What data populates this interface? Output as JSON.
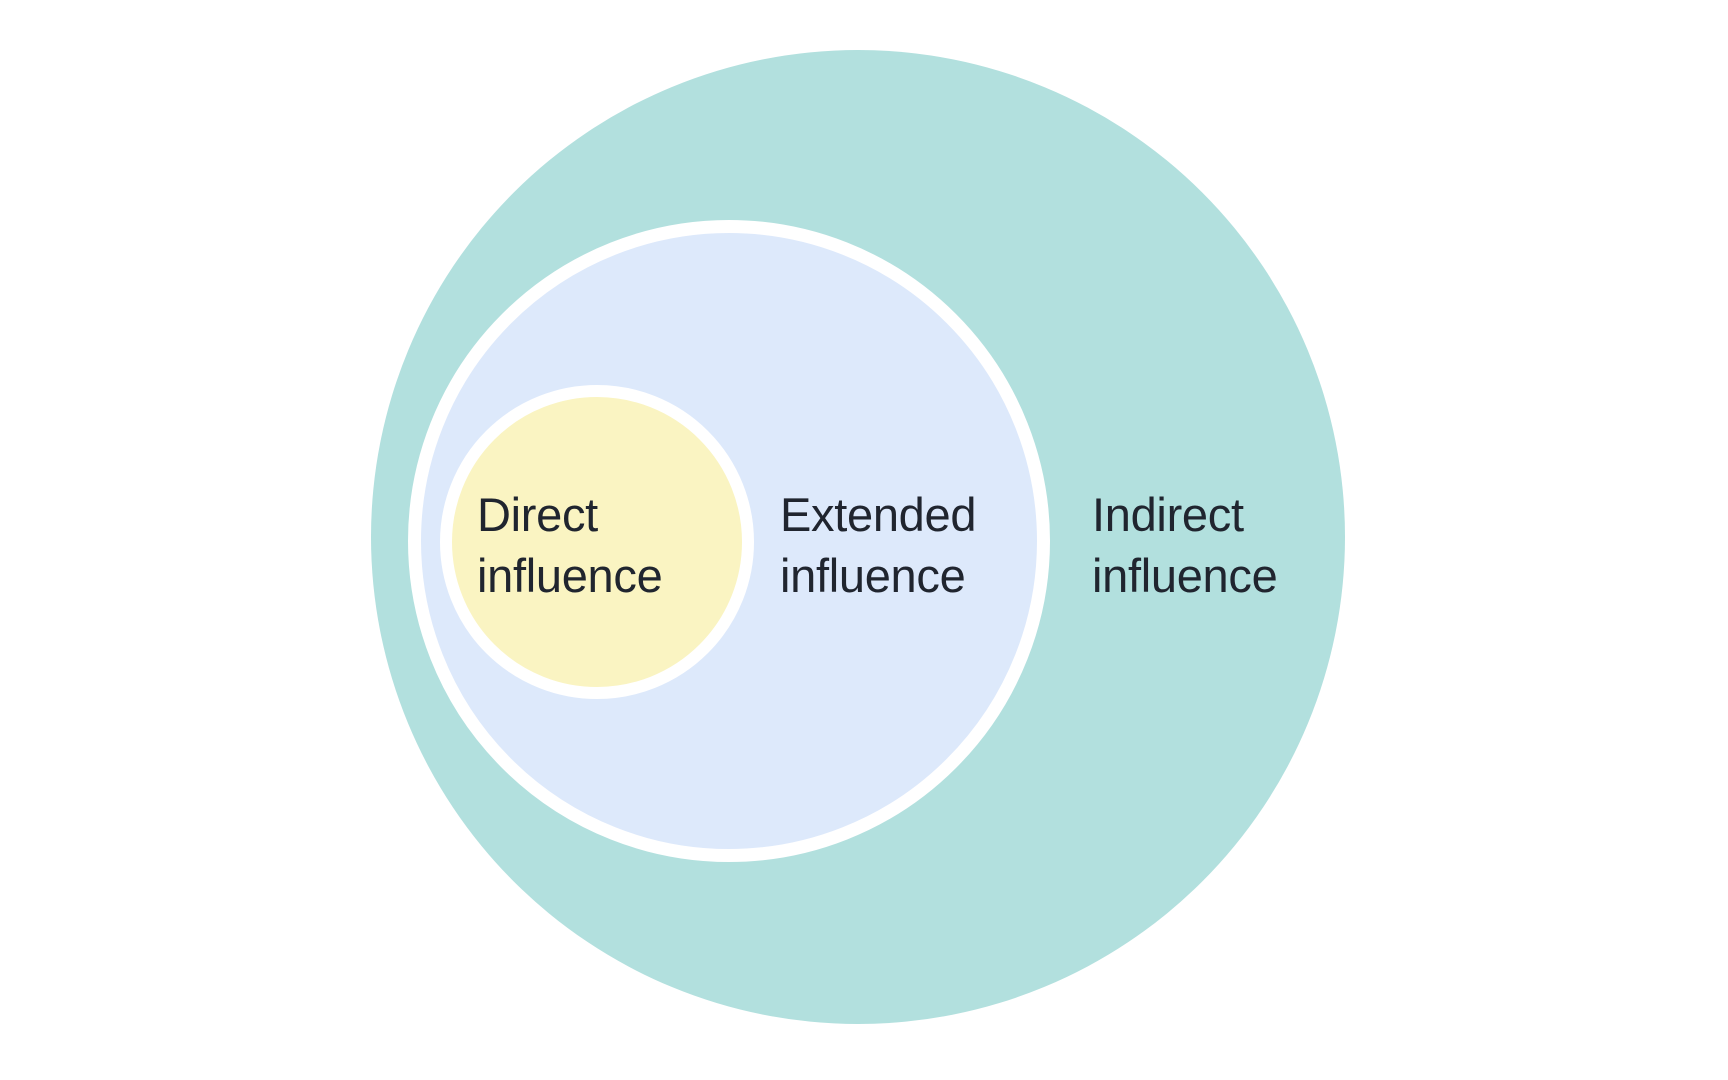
{
  "diagram": {
    "type": "nested-circles",
    "order": "innermost-to-outermost",
    "background": "#ffffff",
    "text_color": "#20252f",
    "ring_color": "#ffffff",
    "levels": [
      {
        "id": "direct",
        "label": "Direct influence",
        "fill": "#faf4c2"
      },
      {
        "id": "extended",
        "label": "Extended influence",
        "fill": "#dde9fb"
      },
      {
        "id": "indirect",
        "label": "Indirect influence",
        "fill": "#b2e0de"
      }
    ]
  }
}
